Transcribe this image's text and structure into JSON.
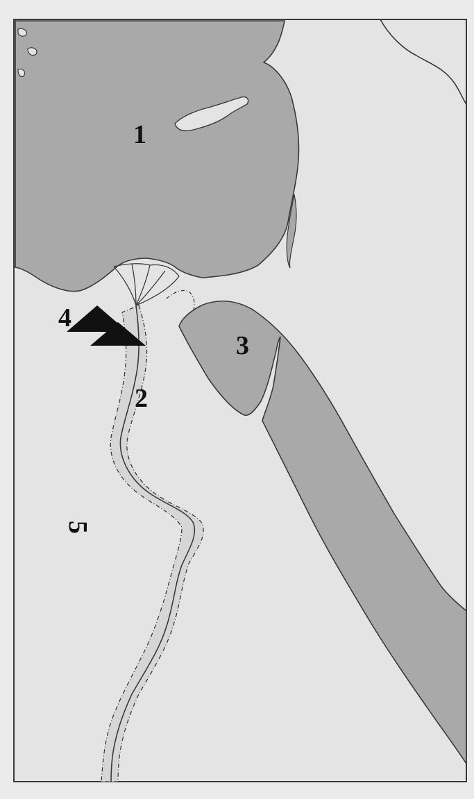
{
  "map": {
    "colors": {
      "background": "#ebebeb",
      "land": "#e4e4e4",
      "water": "#a9a9a9",
      "outline": "#3a3a3a",
      "nile_valley": "#d6d6d6",
      "pyramids": "#111111"
    },
    "labels": {
      "sea": "1",
      "nile": "2",
      "eastern_desert": "3",
      "pyramids": "4",
      "western_desert": "5"
    },
    "icons": {
      "pyramids": "pyramid-icon"
    }
  }
}
